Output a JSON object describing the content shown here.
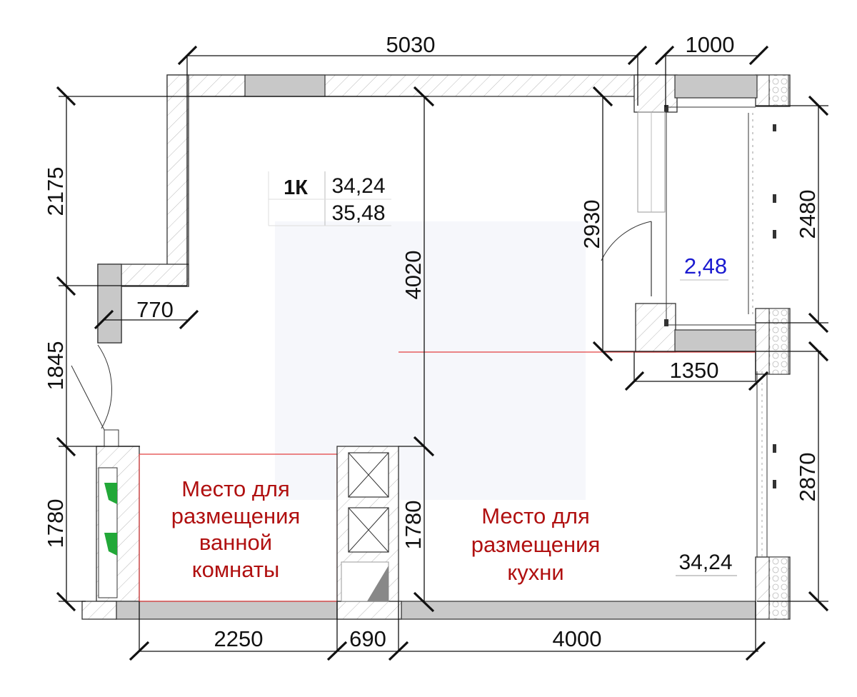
{
  "dimensions": {
    "top_width": "5030",
    "top_balcony": "1000",
    "left_upper": "2175",
    "left_middle": "1845",
    "left_lower": "1780",
    "notch": "770",
    "center_vertical": "4020",
    "balcony_height": "2930",
    "right_upper": "2480",
    "right_lower": "2870",
    "balcony_width": "1350",
    "partition_vertical": "1780",
    "bottom_bath": "2250",
    "bottom_shaft": "690",
    "bottom_kitchen": "4000"
  },
  "apartment": {
    "type": "1К",
    "living_area": "34,24",
    "total_area": "35,48"
  },
  "balcony_area": "2,48",
  "room_area": "34,24",
  "zones": {
    "bathroom": [
      "Место для",
      "размещения",
      "ванной",
      "комнаты"
    ],
    "kitchen": [
      "Место для",
      "размещения",
      "кухни"
    ]
  }
}
